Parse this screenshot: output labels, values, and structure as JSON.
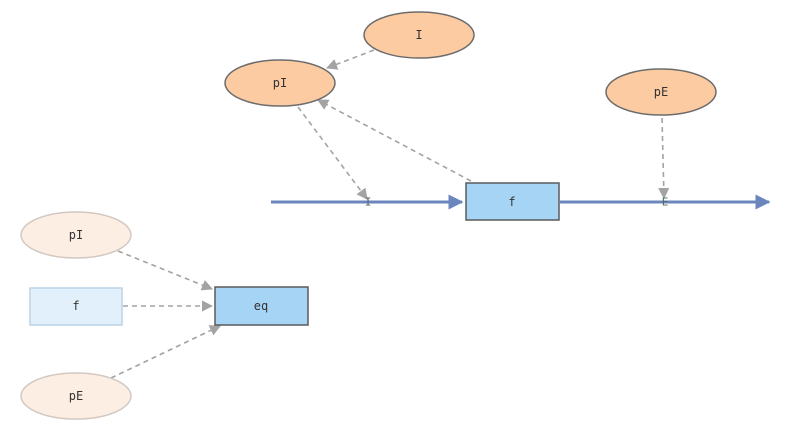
{
  "nodes": {
    "top_i": "I",
    "top_pi": "pI",
    "top_pe": "pE",
    "func_f": "f",
    "port_in": "I",
    "port_out": "E",
    "eq_pi": "pI",
    "eq_f": "f",
    "eq_box": "eq",
    "eq_pe": "pE"
  },
  "colors": {
    "flow": "#6a86bd",
    "dashed_edge": "#a3a3a3",
    "orange_node": "#fccba2",
    "faded_node": "#fdeee4",
    "blue_box": "#a6d4f5",
    "light_box": "#e1f0fb"
  }
}
